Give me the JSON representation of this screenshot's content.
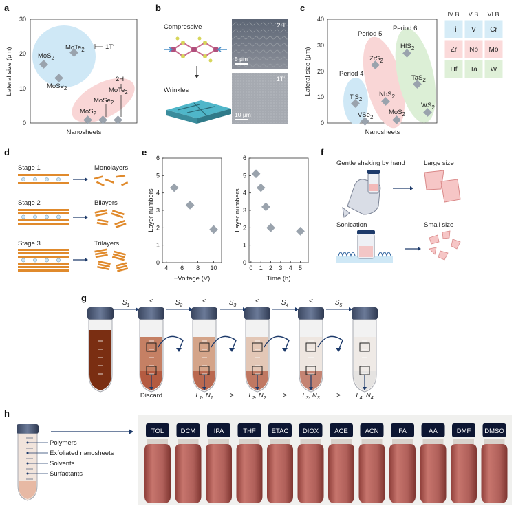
{
  "panels": {
    "a": "a",
    "b": "b",
    "c": "c",
    "d": "d",
    "e": "e",
    "f": "f",
    "g": "g",
    "h": "h"
  },
  "panel_a": {
    "ylabel": "Lateral size (μm)",
    "xlabel": "Nanosheets",
    "yticks": [
      "0",
      "10",
      "20",
      "30"
    ],
    "group_1T": "1T′",
    "group_2H": "2H",
    "colors": {
      "blue_region": "#cfe8f6",
      "pink_region": "#f9d6d6",
      "marker": "#9aa3ad"
    },
    "materials": [
      {
        "name": "MoS",
        "sub": "2",
        "value": 16.5
      },
      {
        "name": "MoTe",
        "sub": "2",
        "value": 20
      },
      {
        "name": "MoSe",
        "sub": "2",
        "value": 13
      },
      {
        "name": "MoS",
        "sub": "2",
        "value": 1
      },
      {
        "name": "MoSe",
        "sub": "2",
        "value": 1
      },
      {
        "name": "MoTe",
        "sub": "2",
        "value": 1
      }
    ]
  },
  "panel_b": {
    "compressive": "Compressive",
    "wrinkles": "Wrinkles",
    "img1_tag": "2H",
    "img1_scale": "5 μm",
    "img2_tag": "1T′",
    "img2_scale": "10 μm"
  },
  "panel_c": {
    "ylabel": "Lateral size (μm)",
    "xlabel": "Nanosheets",
    "yticks": [
      "0",
      "10",
      "20",
      "30",
      "40"
    ],
    "periods": [
      "Period 4",
      "Period 5",
      "Period 6"
    ],
    "colors": {
      "blue_region": "#cfe8f6",
      "pink_region": "#f9d6d6",
      "green_region": "#dcefd6",
      "marker": "#9aa3ad"
    },
    "materials": [
      {
        "name": "TiS",
        "sub": "2",
        "value": 7.5
      },
      {
        "name": "VSe",
        "sub": "2",
        "value": 0.5
      },
      {
        "name": "ZrS",
        "sub": "2",
        "value": 22.5
      },
      {
        "name": "NbS",
        "sub": "2",
        "value": 8.5
      },
      {
        "name": "MoS",
        "sub": "2",
        "value": 1
      },
      {
        "name": "HfS",
        "sub": "2",
        "value": 27
      },
      {
        "name": "TaS",
        "sub": "2",
        "value": 15
      },
      {
        "name": "WS",
        "sub": "2",
        "value": 4
      }
    ],
    "table_headers": [
      "IV B",
      "V B",
      "VI B"
    ],
    "table_rows": [
      [
        "Ti",
        "V",
        "Cr"
      ],
      [
        "Zr",
        "Nb",
        "Mo"
      ],
      [
        "Hf",
        "Ta",
        "W"
      ]
    ],
    "table_row_colors": [
      "#d6ecf7",
      "#fbdada",
      "#dff0d8"
    ]
  },
  "panel_d": {
    "stages": [
      "Stage 1",
      "Stage 2",
      "Stage 3"
    ],
    "results": [
      "Monolayers",
      "Bilayers",
      "Trilayers"
    ],
    "layer_color": "#e08a2c"
  },
  "panel_e": {
    "ylabel": "Layer numbers",
    "left_xlabel": "−Voltage (V)",
    "right_xlabel": "Time (h)",
    "left_xticks": [
      "4",
      "6",
      "8",
      "10"
    ],
    "right_xticks": [
      "0",
      "1",
      "2",
      "3",
      "4",
      "5"
    ],
    "yticks": [
      "0",
      "1",
      "2",
      "3",
      "4",
      "5",
      "6"
    ],
    "left_points": [
      {
        "x": 5,
        "y": 4.3
      },
      {
        "x": 7,
        "y": 3.3
      },
      {
        "x": 10,
        "y": 1.9
      }
    ],
    "right_points": [
      {
        "x": 0.5,
        "y": 5.1
      },
      {
        "x": 1,
        "y": 4.3
      },
      {
        "x": 1.5,
        "y": 3.2
      },
      {
        "x": 2,
        "y": 2.0
      },
      {
        "x": 5,
        "y": 1.8
      }
    ]
  },
  "panel_f": {
    "top_label": "Gentle shaking by hand",
    "top_result": "Large size",
    "bottom_label": "Sonication",
    "bottom_result": "Small size",
    "flake_color": "#f6c6c6"
  },
  "panel_g": {
    "steps": [
      "S",
      "S",
      "S",
      "S",
      "S"
    ],
    "step_subs": [
      "1",
      "2",
      "3",
      "4",
      "5"
    ],
    "lt": "<",
    "gt": ">",
    "discard": "Discard",
    "outputs": [
      {
        "L": "1",
        "N": "1"
      },
      {
        "L": "2",
        "N": "2"
      },
      {
        "L": "3",
        "N": "3"
      },
      {
        "L": "4",
        "N": "4"
      }
    ],
    "tube_colors": [
      "#7a2e12",
      "#b55a34",
      "#c98a66",
      "#ddb8a2",
      "#ece1da"
    ]
  },
  "panel_h": {
    "legend": [
      "Polymers",
      "Exfoliated nanosheets",
      "Solvents",
      "Surfactants"
    ],
    "solvents": [
      "TOL",
      "DCM",
      "IPA",
      "THF",
      "ETAC",
      "DIOX",
      "ACE",
      "ACN",
      "FA",
      "AA",
      "DMF",
      "DMSO"
    ],
    "vial_color": "#b65e57",
    "label_bg": "#0d1632"
  }
}
